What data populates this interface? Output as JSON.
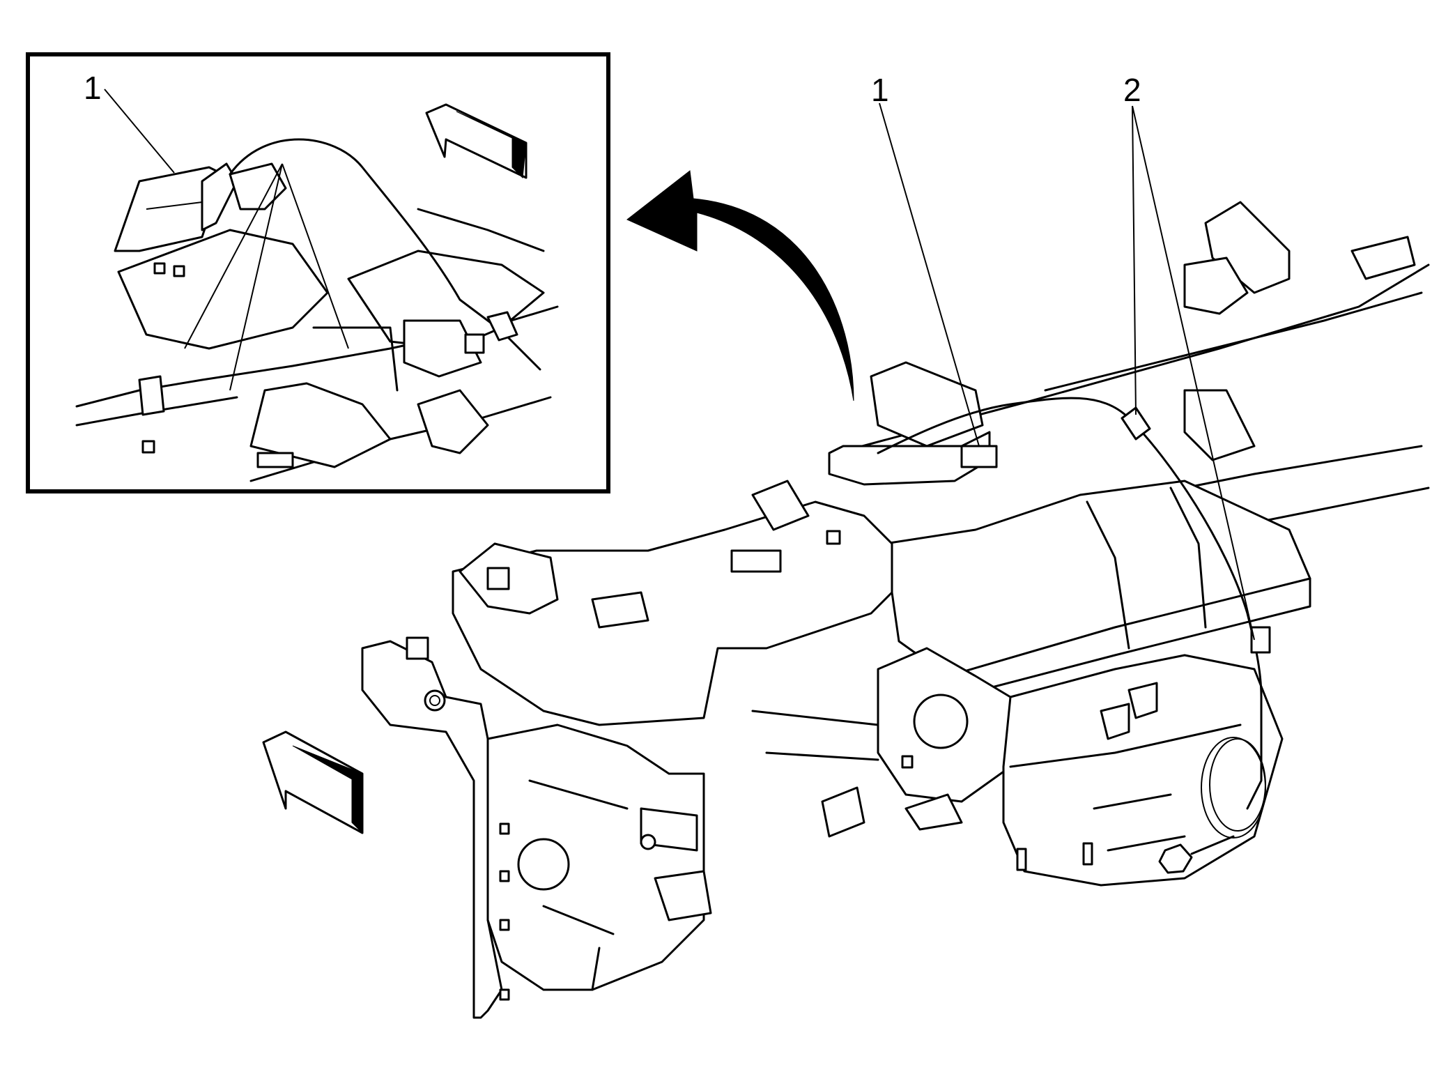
{
  "diagram": {
    "type": "service-illustration",
    "callouts": {
      "inset_item": "1",
      "main_item_1": "1",
      "main_item_2": "2"
    },
    "icons": {
      "front_arrow_inset": "direction-arrow-icon",
      "front_arrow_main": "direction-arrow-icon",
      "detail_arrow": "curved-arrow-icon"
    },
    "colors": {
      "line": "#000000",
      "background": "#ffffff"
    }
  }
}
